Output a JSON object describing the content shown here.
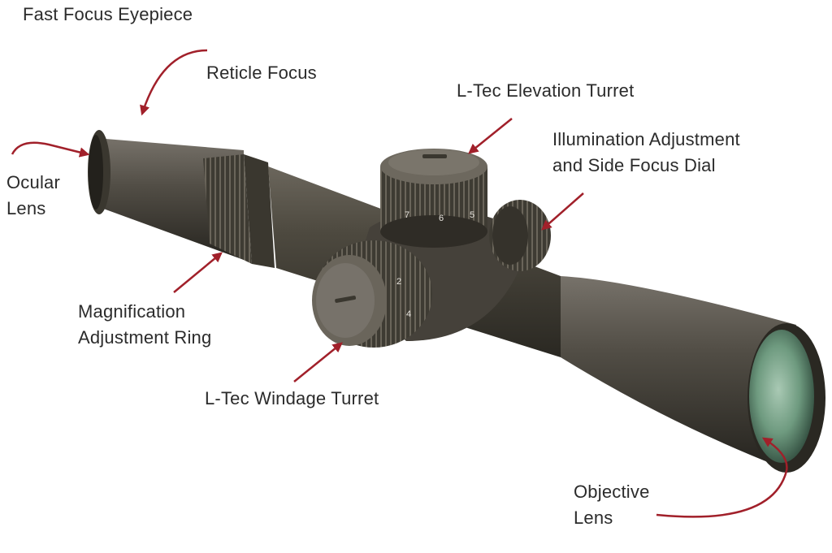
{
  "labels": {
    "fast_focus_eyepiece": "Fast Focus Eyepiece",
    "reticle_focus": "Reticle Focus",
    "ocular_lens": [
      "Ocular",
      "Lens"
    ],
    "elevation_turret": "L-Tec Elevation Turret",
    "illumination": [
      "Illumination Adjustment",
      "and Side Focus Dial"
    ],
    "magnification": [
      "Magnification",
      "Adjustment Ring"
    ],
    "windage_turret": "L-Tec Windage Turret",
    "objective_lens": [
      "Objective",
      "Lens"
    ]
  },
  "dial_numbers": {
    "elevation": [
      "7",
      "6",
      "5"
    ],
    "windage": [
      "2",
      "4"
    ]
  },
  "colors": {
    "arrow": "#a1202a",
    "scope_body": "#4a463e",
    "lens_glass": "#6e9a7f",
    "text": "#2b2b2b"
  }
}
